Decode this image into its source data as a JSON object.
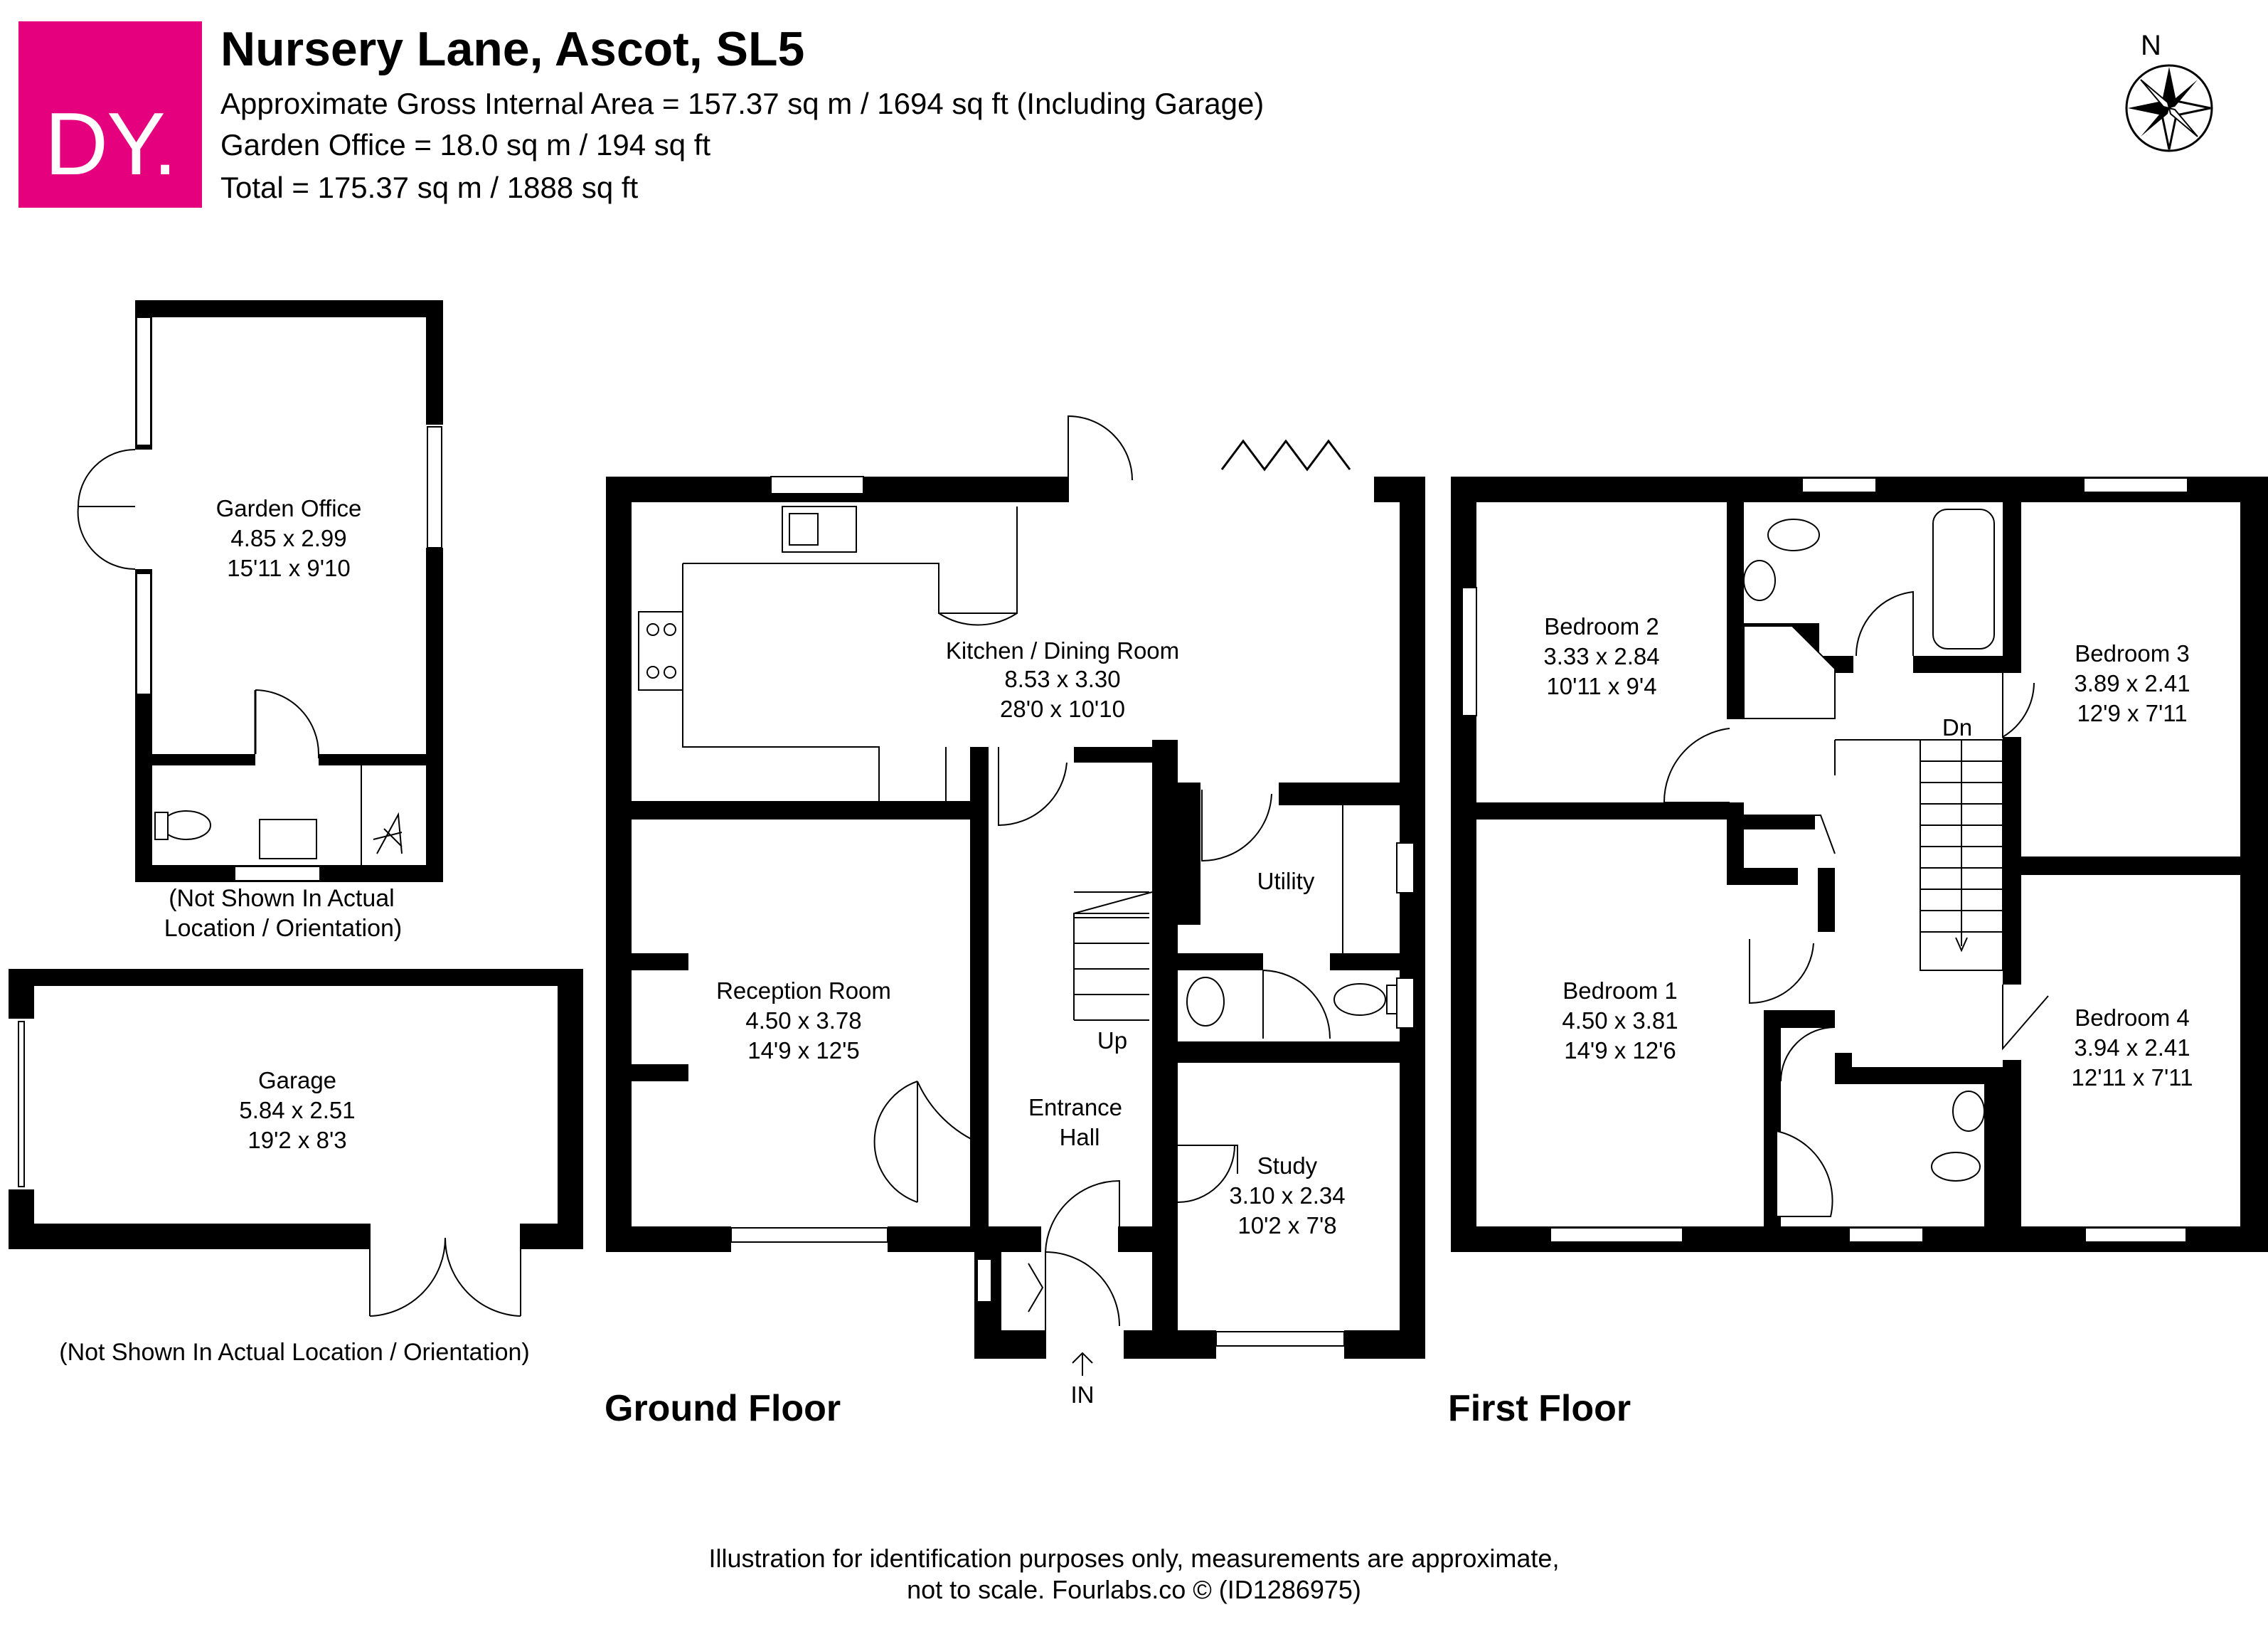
{
  "header": {
    "logo_text": "DY.",
    "title": "Nursery Lane, Ascot, SL5",
    "line1": "Approximate Gross Internal Area = 157.37 sq m / 1694 sq ft  (Including Garage)",
    "line2": "Garden Office = 18.0 sq m / 194 sq ft",
    "line3": "Total = 175.37 sq m / 1888 sq ft"
  },
  "compass": {
    "label": "N"
  },
  "colors": {
    "brand": "#e5007e",
    "wall": "#000000",
    "background": "#ffffff"
  },
  "floors": {
    "ground": "Ground Floor",
    "first": "First Floor"
  },
  "rooms": {
    "garden_office": {
      "name": "Garden Office",
      "metric": "4.85 x 2.99",
      "imperial": "15'11 x 9'10"
    },
    "garage": {
      "name": "Garage",
      "metric": "5.84 x 2.51",
      "imperial": "19'2 x 8'3"
    },
    "kitchen": {
      "name": "Kitchen / Dining Room",
      "metric": "8.53 x 3.30",
      "imperial": "28'0 x 10'10"
    },
    "utility": {
      "name": "Utility"
    },
    "reception": {
      "name": "Reception Room",
      "metric": "4.50 x 3.78",
      "imperial": "14'9 x 12'5"
    },
    "hall": {
      "line1": "Entrance",
      "line2": "Hall"
    },
    "study": {
      "name": "Study",
      "metric": "3.10 x 2.34",
      "imperial": "10'2 x 7'8"
    },
    "bedroom1": {
      "name": "Bedroom 1",
      "metric": "4.50 x 3.81",
      "imperial": "14'9 x 12'6"
    },
    "bedroom2": {
      "name": "Bedroom 2",
      "metric": "3.33 x 2.84",
      "imperial": "10'11 x 9'4"
    },
    "bedroom3": {
      "name": "Bedroom 3",
      "metric": "3.89 x 2.41",
      "imperial": "12'9 x 7'11"
    },
    "bedroom4": {
      "name": "Bedroom 4",
      "metric": "3.94 x 2.41",
      "imperial": "12'11 x 7'11"
    }
  },
  "notes": {
    "office_line1": "(Not Shown In Actual",
    "office_line2": "Location / Orientation)",
    "garage": "(Not Shown In Actual Location / Orientation)"
  },
  "stairs": {
    "up": "Up",
    "down": "Dn"
  },
  "entrance": "IN",
  "footer": {
    "line1": "Illustration for identification purposes only, measurements are approximate,",
    "line2": "not to scale. Fourlabs.co © (ID1286975)"
  }
}
